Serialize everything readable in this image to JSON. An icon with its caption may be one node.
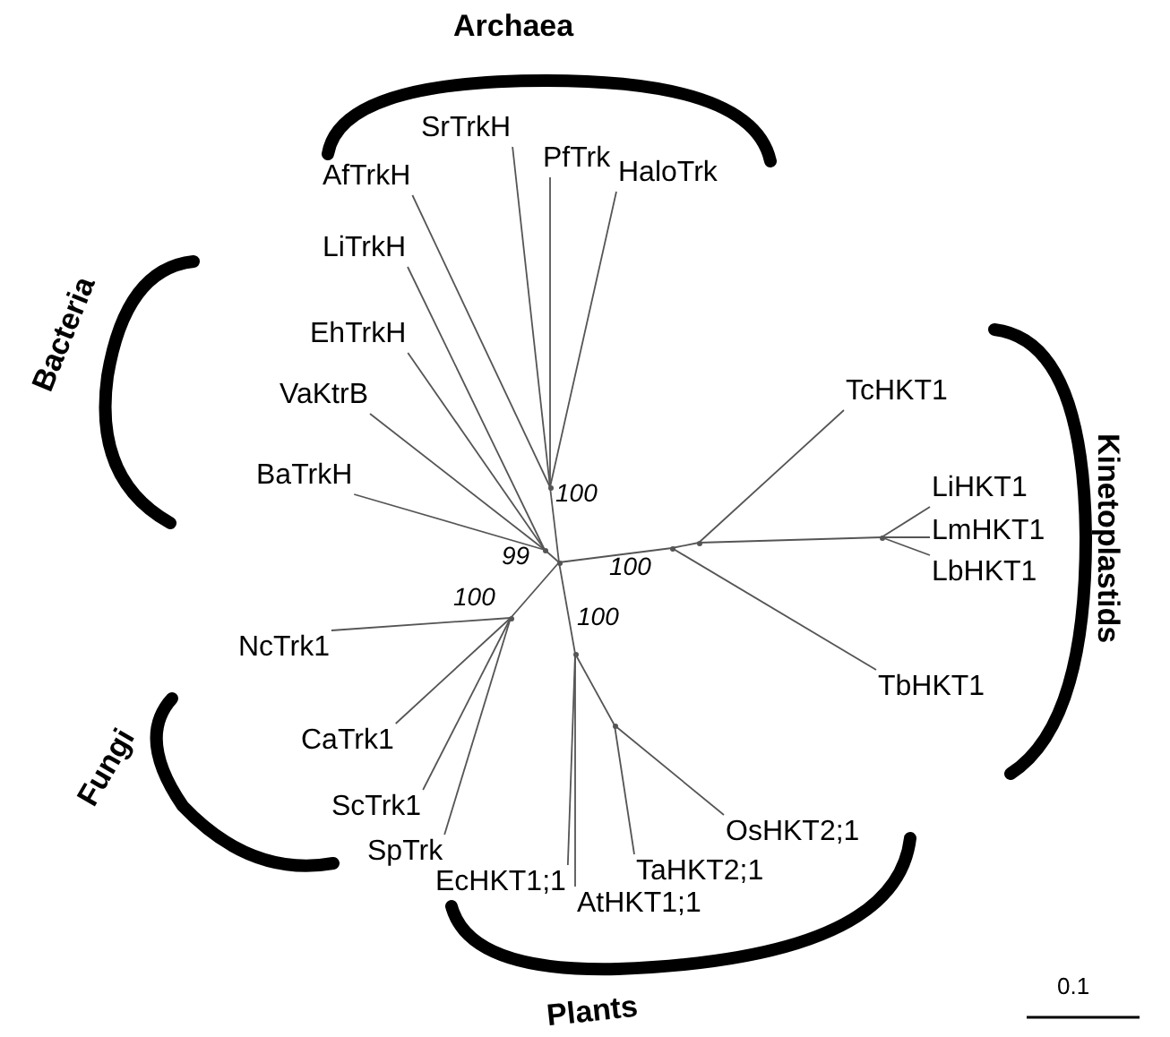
{
  "diagram": {
    "nodes": [
      {
        "text": [
          "AfTrkH"
        ]
      },
      {
        "text": [
          "SrTrkH"
        ]
      },
      {
        "text": [
          "PfTrk"
        ]
      },
      {
        "text": [
          "HaloTrk"
        ]
      },
      {
        "text": [
          "LiTrkH"
        ]
      },
      {
        "text": [
          "TcHKT1"
        ]
      },
      {
        "text": [
          "EhTrkH"
        ]
      },
      {
        "text": [
          "VaKtrB"
        ]
      },
      {
        "text": [
          "LiHKT1"
        ]
      },
      {
        "text": [
          "LmHKT1"
        ]
      },
      {
        "text": [
          "LbHKT1"
        ]
      },
      {
        "text": [
          "BaTrkH"
        ]
      },
      {
        "text": [
          "TbHKT1"
        ]
      },
      {
        "text": [
          "NcTrk1"
        ]
      },
      {
        "text": [
          "CaTrk1"
        ]
      },
      {
        "text": [
          "ScTrk1"
        ]
      },
      {
        "text": [
          "SpTrk"
        ]
      },
      {
        "text": [
          "OsHKT2;1"
        ]
      },
      {
        "text": [
          "TaHKT2;1"
        ]
      },
      {
        "text": [
          "EcHKT1;1"
        ]
      },
      {
        "text": [
          "AtHKT1;1"
        ]
      },
      {
        "text": [],
        "shape": "dot"
      },
      {
        "text": [],
        "shape": "dot"
      },
      {
        "text": [],
        "shape": "dot"
      },
      {
        "text": [],
        "shape": "dot"
      },
      {
        "text": [],
        "shape": "dot"
      },
      {
        "text": [],
        "shape": "dot"
      },
      {
        "text": [],
        "shape": "dot"
      },
      {
        "text": [],
        "shape": "dot"
      },
      {
        "text": [],
        "shape": "dot"
      }
    ],
    "edges": [
      {
        "from": 21,
        "to": 22,
        "arrow": "none"
      },
      {
        "from": 22,
        "to": 0,
        "arrow": "none"
      },
      {
        "from": 22,
        "to": 1,
        "arrow": "none"
      },
      {
        "from": 22,
        "to": 2,
        "arrow": "none"
      },
      {
        "from": 22,
        "to": 3,
        "arrow": "none"
      },
      {
        "from": 21,
        "to": 23,
        "arrow": "none"
      },
      {
        "from": 23,
        "to": 4,
        "arrow": "none"
      },
      {
        "from": 23,
        "to": 6,
        "arrow": "none"
      },
      {
        "from": 23,
        "to": 7,
        "arrow": "none"
      },
      {
        "from": 23,
        "to": 11,
        "arrow": "none"
      },
      {
        "from": 21,
        "to": 24,
        "arrow": "none"
      },
      {
        "from": 24,
        "to": 25,
        "arrow": "none"
      },
      {
        "from": 25,
        "to": 5,
        "arrow": "none"
      },
      {
        "from": 25,
        "to": 26,
        "arrow": "none"
      },
      {
        "from": 26,
        "to": 8,
        "arrow": "none"
      },
      {
        "from": 26,
        "to": 9,
        "arrow": "none"
      },
      {
        "from": 26,
        "to": 10,
        "arrow": "none"
      },
      {
        "from": 24,
        "to": 12,
        "arrow": "none"
      },
      {
        "from": 21,
        "to": 27,
        "arrow": "none"
      },
      {
        "from": 27,
        "to": 13,
        "arrow": "none"
      },
      {
        "from": 27,
        "to": 14,
        "arrow": "none"
      },
      {
        "from": 27,
        "to": 15,
        "arrow": "none"
      },
      {
        "from": 27,
        "to": 16,
        "arrow": "none"
      },
      {
        "from": 21,
        "to": 28,
        "arrow": "none"
      },
      {
        "from": 28,
        "to": 19,
        "arrow": "none"
      },
      {
        "from": 28,
        "to": 20,
        "arrow": "none"
      },
      {
        "from": 28,
        "to": 29,
        "arrow": "none"
      },
      {
        "from": 29,
        "to": 17,
        "arrow": "none"
      },
      {
        "from": 29,
        "to": 18,
        "arrow": "none"
      }
    ],
    "labels": [
      "Archaea",
      "Bacteria",
      "100",
      "99",
      "100",
      "100",
      "100",
      "Kinetoplastids",
      "Fungi",
      "Plants",
      "0.1"
    ]
  }
}
